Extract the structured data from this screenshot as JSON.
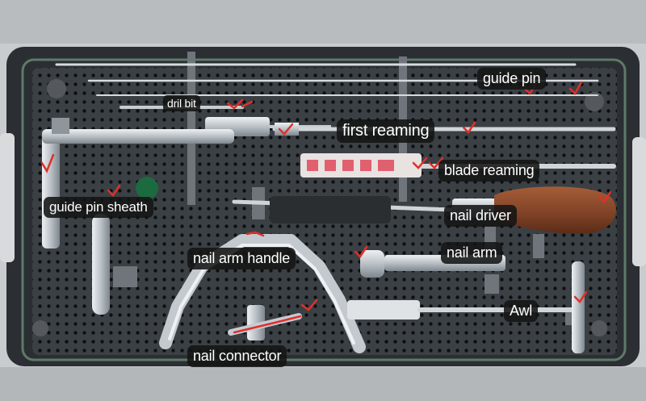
{
  "labels": {
    "guide_pin": "guide pin",
    "drill_bit": "dril bit",
    "first_reaming": "first reaming",
    "blade_reaming": "blade reaming",
    "guide_pin_sheath": "guide pin sheath",
    "nail_driver": "nail driver",
    "nail_arm_handle": "nail arm handle",
    "nail_arm": "nail arm",
    "awl": "Awl",
    "nail_connector": "nail connector"
  },
  "colors": {
    "tray_frame": "#2b2f33",
    "tray_panel": "#3a3f44",
    "tray_holes": "#0d0f11",
    "steel": "#c9cfd4",
    "wood_handle": "#8a4a2c",
    "annotation_red": "#e0302a",
    "label_bg": "#141414",
    "label_text": "#ffffff"
  }
}
